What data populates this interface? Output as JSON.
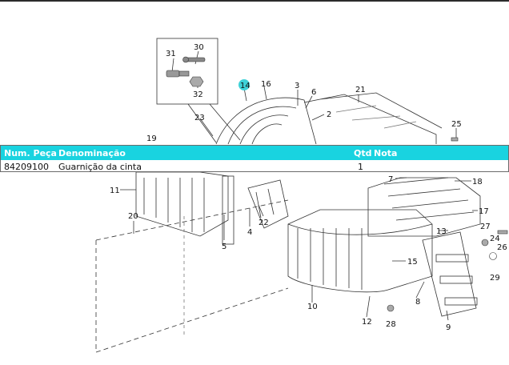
{
  "callouts": [
    "14",
    "16",
    "3",
    "6",
    "21",
    "2",
    "23",
    "19",
    "25",
    "30",
    "31",
    "32",
    "11",
    "20",
    "22",
    "4",
    "5",
    "7",
    "18",
    "17",
    "13",
    "27",
    "26",
    "15",
    "24",
    "29",
    "10",
    "8",
    "12",
    "28",
    "9"
  ],
  "tooltip": {
    "headers": {
      "part_no": "Num. Peça",
      "description": "Denominação",
      "qty": "Qtd",
      "note": "Nota"
    },
    "row": {
      "part_no": "84209100",
      "description": "Guarnição da cinta",
      "qty": "1",
      "note": ""
    }
  },
  "colors": {
    "highlight": "#3fd2d8",
    "header_bg": "#19d3e0",
    "line": "#2b2b2b"
  },
  "icons": [
    "pin-icon",
    "nut-icon",
    "fitting-icon"
  ]
}
